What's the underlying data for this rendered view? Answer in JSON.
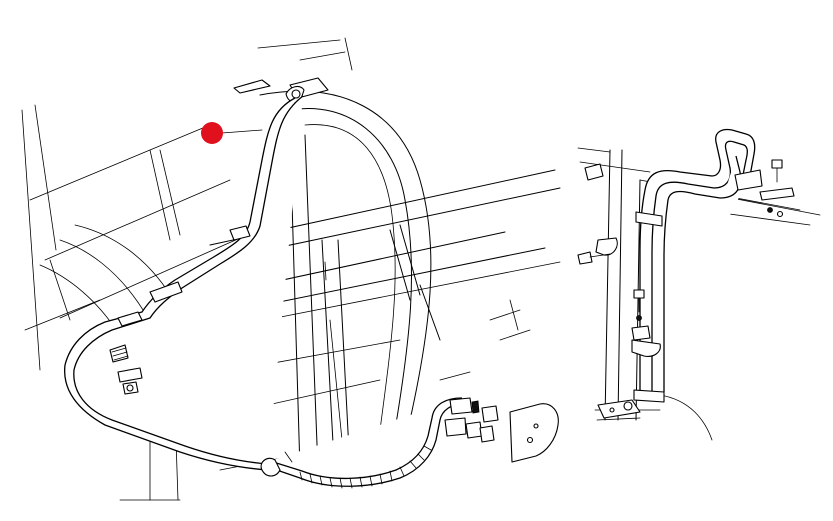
{
  "diagram": {
    "type": "exploded-parts-drawing",
    "subject": "tractor-cab-hydraulic-hose-routing",
    "callout": {
      "marker": "red-dot",
      "color": "#e0101d",
      "points_to": "upper-hose-section"
    },
    "colors": {
      "line": "#000000",
      "background": "#ffffff"
    }
  }
}
